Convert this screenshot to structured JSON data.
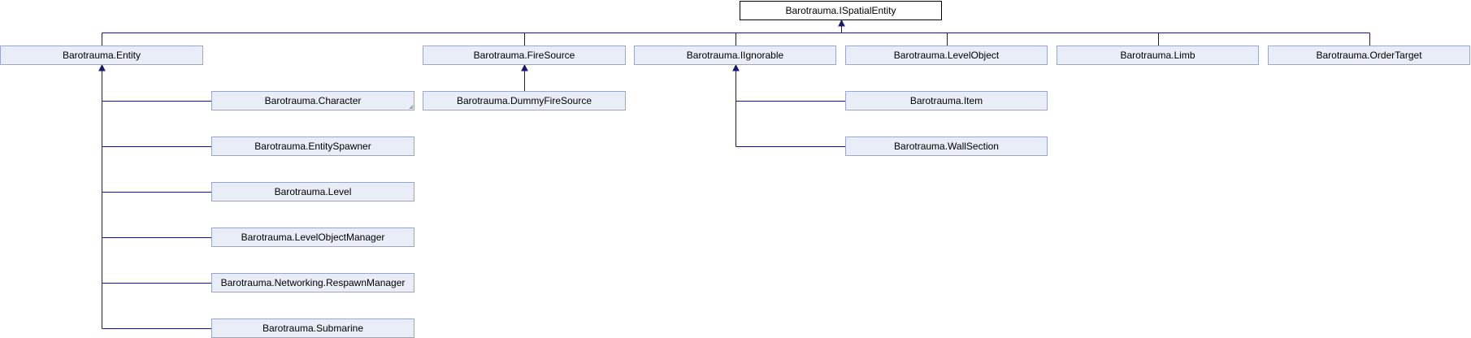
{
  "diagram": {
    "colors": {
      "edge": "#191970",
      "node_fill": "#e8edf7",
      "node_border": "#99a7c9",
      "root_fill": "#ffffff",
      "root_border": "#000000"
    },
    "root": {
      "label": "Barotrauma.ISpatialEntity"
    },
    "level1": [
      {
        "id": "entity",
        "label": "Barotrauma.Entity"
      },
      {
        "id": "firesource",
        "label": "Barotrauma.FireSource"
      },
      {
        "id": "iignorable",
        "label": "Barotrauma.IIgnorable"
      },
      {
        "id": "levelobject",
        "label": "Barotrauma.LevelObject"
      },
      {
        "id": "limb",
        "label": "Barotrauma.Limb"
      },
      {
        "id": "ordertarget",
        "label": "Barotrauma.OrderTarget"
      }
    ],
    "entity_children": [
      {
        "label": "Barotrauma.Character",
        "has_more": true
      },
      {
        "label": "Barotrauma.EntitySpawner"
      },
      {
        "label": "Barotrauma.Level"
      },
      {
        "label": "Barotrauma.LevelObjectManager"
      },
      {
        "label": "Barotrauma.Networking.RespawnManager"
      },
      {
        "label": "Barotrauma.Submarine"
      }
    ],
    "firesource_children": [
      {
        "label": "Barotrauma.DummyFireSource"
      }
    ],
    "iignorable_children": [
      {
        "label": "Barotrauma.Item"
      },
      {
        "label": "Barotrauma.WallSection"
      }
    ]
  }
}
